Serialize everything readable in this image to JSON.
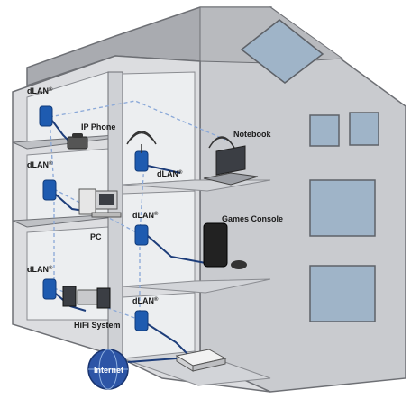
{
  "labels": {
    "dlan": "dLAN",
    "reg": "®",
    "ip_phone": "IP Phone",
    "notebook": "Notebook",
    "pc": "PC",
    "games_console": "Games Console",
    "hifi_system": "HiFi System",
    "internet": "Internet"
  },
  "colors": {
    "adapter_blue": "#1e5bb0",
    "cable_blue": "#1d3d7a",
    "dashed_link": "#8aa8d8",
    "wall_light": "#e9eaec",
    "wall_shade": "#c9cbcf",
    "roof": "#a9abb0",
    "window": "#9fb4c8",
    "globe": "#2d55a6"
  },
  "icons": [
    "wifi-icon",
    "router-icon",
    "globe-icon"
  ]
}
